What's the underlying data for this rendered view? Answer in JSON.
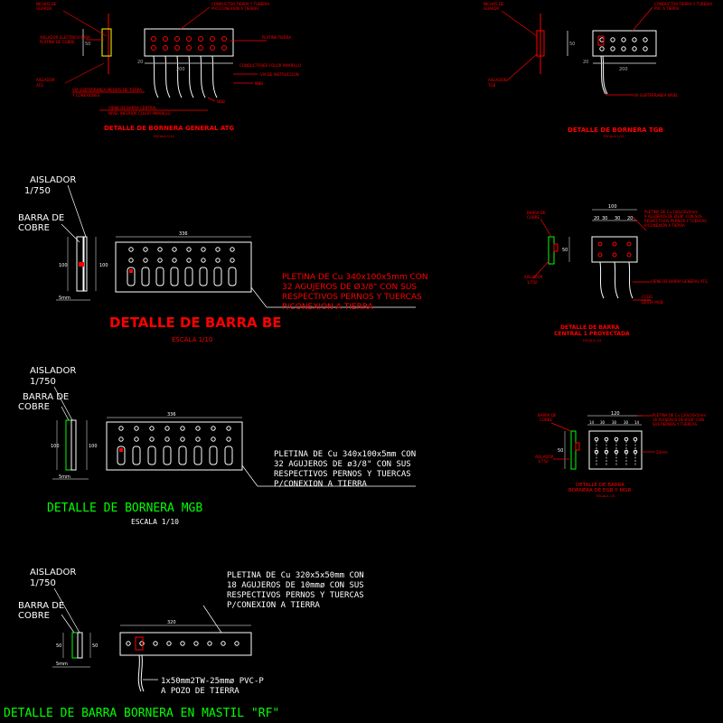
{
  "colors": {
    "background": "#000000",
    "red": "#ff0000",
    "green": "#00ff00",
    "yellow": "#ffff00",
    "white": "#ffffff",
    "gray": "#b0b0b0"
  },
  "atg": {
    "tiny_label_1": "NICHOS DE",
    "tiny_label_1b": "GUARDA",
    "tiny_label_2": "CONDUCTOR TIERRA Y TUBERIA",
    "tiny_label_2b": "PVC(CONEXION A TIERRA)",
    "tiny_label_3": "AISLADOR ELECTRICO PARA",
    "tiny_label_3b": "PLATINA DE COBRE",
    "tiny_label_4": "PLATINA TIERRA",
    "tiny_label_4b": "CONDUCTORES COLOR AMARILLO",
    "tiny_label_5": "AISLADOR",
    "tiny_label_5b": "ATG",
    "tiny_label_6": "VIA DE INSTRUCCION",
    "tiny_label_7": "MBB",
    "tiny_label_8": "VIA SUBTERRANEA MEDIOS DE TIERRA",
    "tiny_label_8b": "Y CONEXIONES",
    "tiny_label_9": "NDB",
    "tiny_label_10": "VIENE DE BARRA CENTRAL",
    "tiny_label_10b": "NIVEL INFERIOR COLOR AMARILLO",
    "dim_50": "50",
    "dim_20": "20",
    "dim_200": "200",
    "title": "DETALLE DE BORNERA GENERAL ATG",
    "scale": "ESCALA 1/10"
  },
  "tgb": {
    "tiny_label_1": "NICHOS DE",
    "tiny_label_1b": "GUARDA",
    "tiny_label_2": "CONDUCTOR TIERRA Y TUBERIA",
    "tiny_label_2b": "PVC A TIERRA",
    "tiny_label_3": "AISLADOR",
    "tiny_label_3b": "TGB",
    "tiny_label_4": "VIA SUBTERRANEA NIVEL",
    "dim_50": "50",
    "dim_20": "20",
    "dim_200": "200",
    "title": "DETALLE DE BORNERA TGB",
    "scale": "ESCALA 1/10"
  },
  "be": {
    "aislador": "AISLADOR",
    "aislador_size": "1/750",
    "barra_de": "BARRA DE",
    "cobre": "COBRE",
    "dim_336": "336",
    "dim_100_left": "100",
    "dim_100_right": "100",
    "dim_5mm": "5mm",
    "note_line1": "PLETINA DE Cu 340x100x5mm CON",
    "note_line2": "32 AGUJEROS DE Ø3/8\" CON SUS",
    "note_line3": "RESPECTIVOS PERNOS Y TUERCAS",
    "note_line4": "P/CONEXION A TIERRA",
    "title": "DETALLE DE BARRA BE",
    "scale": "ESCALA 1/10"
  },
  "central": {
    "dim_100": "100",
    "dims_small": [
      "20",
      "30",
      "30",
      "20"
    ],
    "dim_50": "50",
    "tiny_1": "BARRA DE",
    "tiny_1b": "COBRE",
    "tiny_2": "PLETINA DE Cu 100x50x5mm",
    "tiny_2b": "9 AGUJEROS DE Ø3/8\" CON SUS",
    "tiny_2c": "RESPECTIVOS PERNOS Y TUERCAS",
    "tiny_2d": "P/CONEXION A TIERRA",
    "tiny_3": "AISLADOR",
    "tiny_3b": "1/750",
    "tiny_4": "VIENE DE BARRA GENERAL ATG",
    "tiny_5": "CCGO",
    "tiny_5b": "DESTA MGB",
    "title_line1": "DETALLE DE BARRA",
    "title_line2": "CENTRAL 1 PROYECTADA",
    "scale": "ESCALA 1/5"
  },
  "mgb": {
    "aislador": "AISLADOR",
    "aislador_size": "1/750",
    "barra_de": "BARRA DE",
    "cobre": "COBRE",
    "dim_336": "336",
    "dim_100_left": "100",
    "dim_100_right": "100",
    "dim_5mm": "5mm",
    "note_line1": "PLETINA DE Cu 340x100x5mm CON",
    "note_line2": "32 AGUJEROS DE ø3/8\" CON SUS",
    "note_line3": "RESPECTIVOS PERNOS Y TUERCAS",
    "note_line4": "P/CONEXION A TIERRA",
    "title": "DETALLE  DE  BORNERA  MGB",
    "scale": "ESCALA 1/10"
  },
  "small_right": {
    "dim_120": "120",
    "dims_small": [
      "14",
      "30",
      "30",
      "30",
      "14"
    ],
    "dim_50": "50",
    "tiny_1": "BARRA DE",
    "tiny_1b": "COBRE",
    "tiny_2": "PLETINA DE Cu 120x50x5mm",
    "tiny_2b": "16 AGUJEROS DE Ø3/8\" CON",
    "tiny_2c": "SUS PERNOS Y TUERCAS",
    "tiny_3": "AISLADOR",
    "tiny_3b": "1/750",
    "tiny_4": "20mm",
    "title_line1": "DETALLE DE BARRA",
    "title_line2": "BORNERA DE EGB Y MGB",
    "scale": "ESCALA 1/5"
  },
  "rf": {
    "aislador": "AISLADOR",
    "aislador_size": "1/750",
    "barra_de": "BARRA DE",
    "cobre": "COBRE",
    "dim_320": "320",
    "dim_50_left": "50",
    "dim_50_right": "50",
    "dim_5mm": "5mm",
    "note_line1": "PLETINA DE Cu  320x5x50mm CON",
    "note_line2": "18 AGUJEROS DE 10mmø CON SUS",
    "note_line3": "RESPECTIVOS PERNOS Y TUERCAS",
    "note_line4": "P/CONEXION A TIERRA",
    "cable_line1": "1x50mm2TW-25mmø PVC-P",
    "cable_line2": "A POZO DE TIERRA",
    "title": "DETALLE  DE  BARRA  BORNERA  EN  MASTIL  \"RF\""
  }
}
